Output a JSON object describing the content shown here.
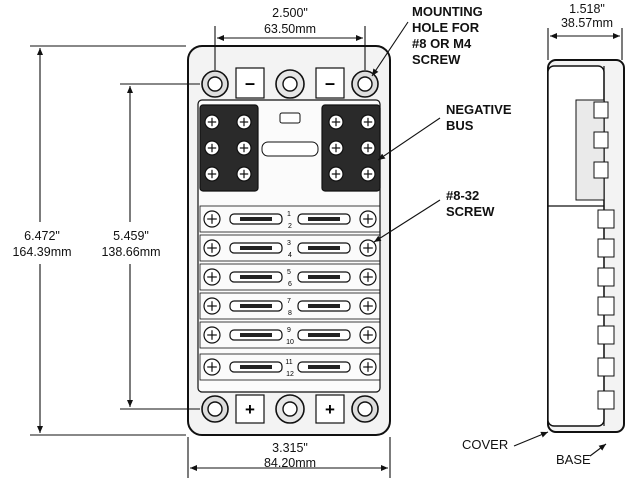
{
  "dimensions": {
    "top_width_in": "2.500\"",
    "top_width_mm": "63.50mm",
    "overall_height_in": "6.472\"",
    "overall_height_mm": "164.39mm",
    "hole_spacing_in": "5.459\"",
    "hole_spacing_mm": "138.66mm",
    "bottom_width_in": "3.315\"",
    "bottom_width_mm": "84.20mm",
    "side_depth_in": "1.518\"",
    "side_depth_mm": "38.57mm"
  },
  "callouts": {
    "mounting_hole": [
      "MOUNTING",
      "HOLE FOR",
      "#8 OR M4",
      "SCREW"
    ],
    "negative_bus": [
      "NEGATIVE",
      "BUS"
    ],
    "screw": [
      "#8-32",
      "SCREW"
    ],
    "cover": "COVER",
    "base": "BASE"
  },
  "fuse_numbers": [
    "1",
    "2",
    "3",
    "4",
    "5",
    "6",
    "7",
    "8",
    "9",
    "10",
    "11",
    "12"
  ],
  "terminal_symbols": {
    "positive": "+",
    "negative": "–"
  },
  "colors": {
    "line": "#111111",
    "body_fill": "#f3f3f3",
    "cover_fill": "#ffffff",
    "dark": "#222222"
  }
}
